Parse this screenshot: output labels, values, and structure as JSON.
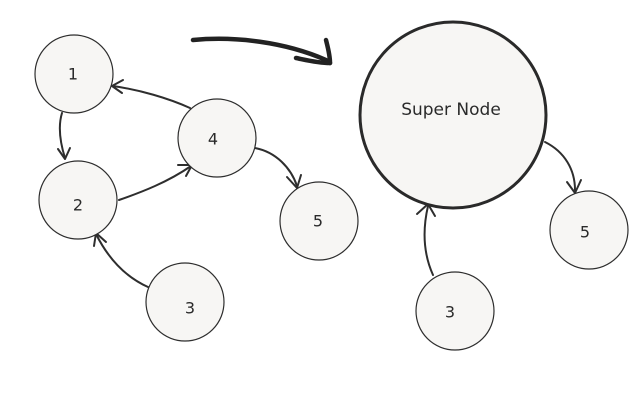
{
  "graph_before": {
    "nodes": [
      {
        "id": "n1",
        "label": "1"
      },
      {
        "id": "n2",
        "label": "2"
      },
      {
        "id": "n3",
        "label": "3"
      },
      {
        "id": "n4",
        "label": "4"
      },
      {
        "id": "n5",
        "label": "5"
      }
    ],
    "edges": [
      {
        "from": "1",
        "to": "2"
      },
      {
        "from": "2",
        "to": "4"
      },
      {
        "from": "4",
        "to": "1"
      },
      {
        "from": "3",
        "to": "2"
      },
      {
        "from": "4",
        "to": "5"
      }
    ]
  },
  "graph_after": {
    "nodes": [
      {
        "id": "super",
        "label": "Super Node"
      },
      {
        "id": "m3",
        "label": "3"
      },
      {
        "id": "m5",
        "label": "5"
      }
    ],
    "edges": [
      {
        "from": "3",
        "to": "Super Node"
      },
      {
        "from": "Super Node",
        "to": "5"
      }
    ]
  }
}
